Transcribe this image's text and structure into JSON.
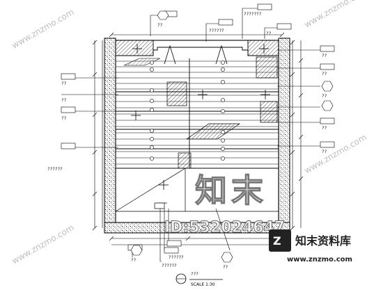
{
  "callouts": {
    "top_left_tag": "??",
    "top_mid_tag": "??????",
    "top_right_tag": "???????",
    "top_right_tag2": "??",
    "left_1": "??",
    "left_2": "??",
    "left_3": "??",
    "left_4": "??????",
    "right_1": "??",
    "right_2": "??",
    "right_3": "??",
    "right_4": "??",
    "right_5": "??",
    "bottom_1": "??",
    "bottom_2": "??????",
    "bottom_3": "??????",
    "bottom_4": "??",
    "circle_tag": "??"
  },
  "title_block": {
    "view_name": "???",
    "scale": "SCALE 1:30"
  },
  "watermark": {
    "big_chars": "知末",
    "id_text": "ID:532024647",
    "brand": "知末资料库",
    "url": "www.znzmo.com",
    "site_tiles": [
      "www.znzmo.com",
      "www.znzmo.com",
      "www.znzmo.com",
      "www.znzmo.com"
    ]
  }
}
